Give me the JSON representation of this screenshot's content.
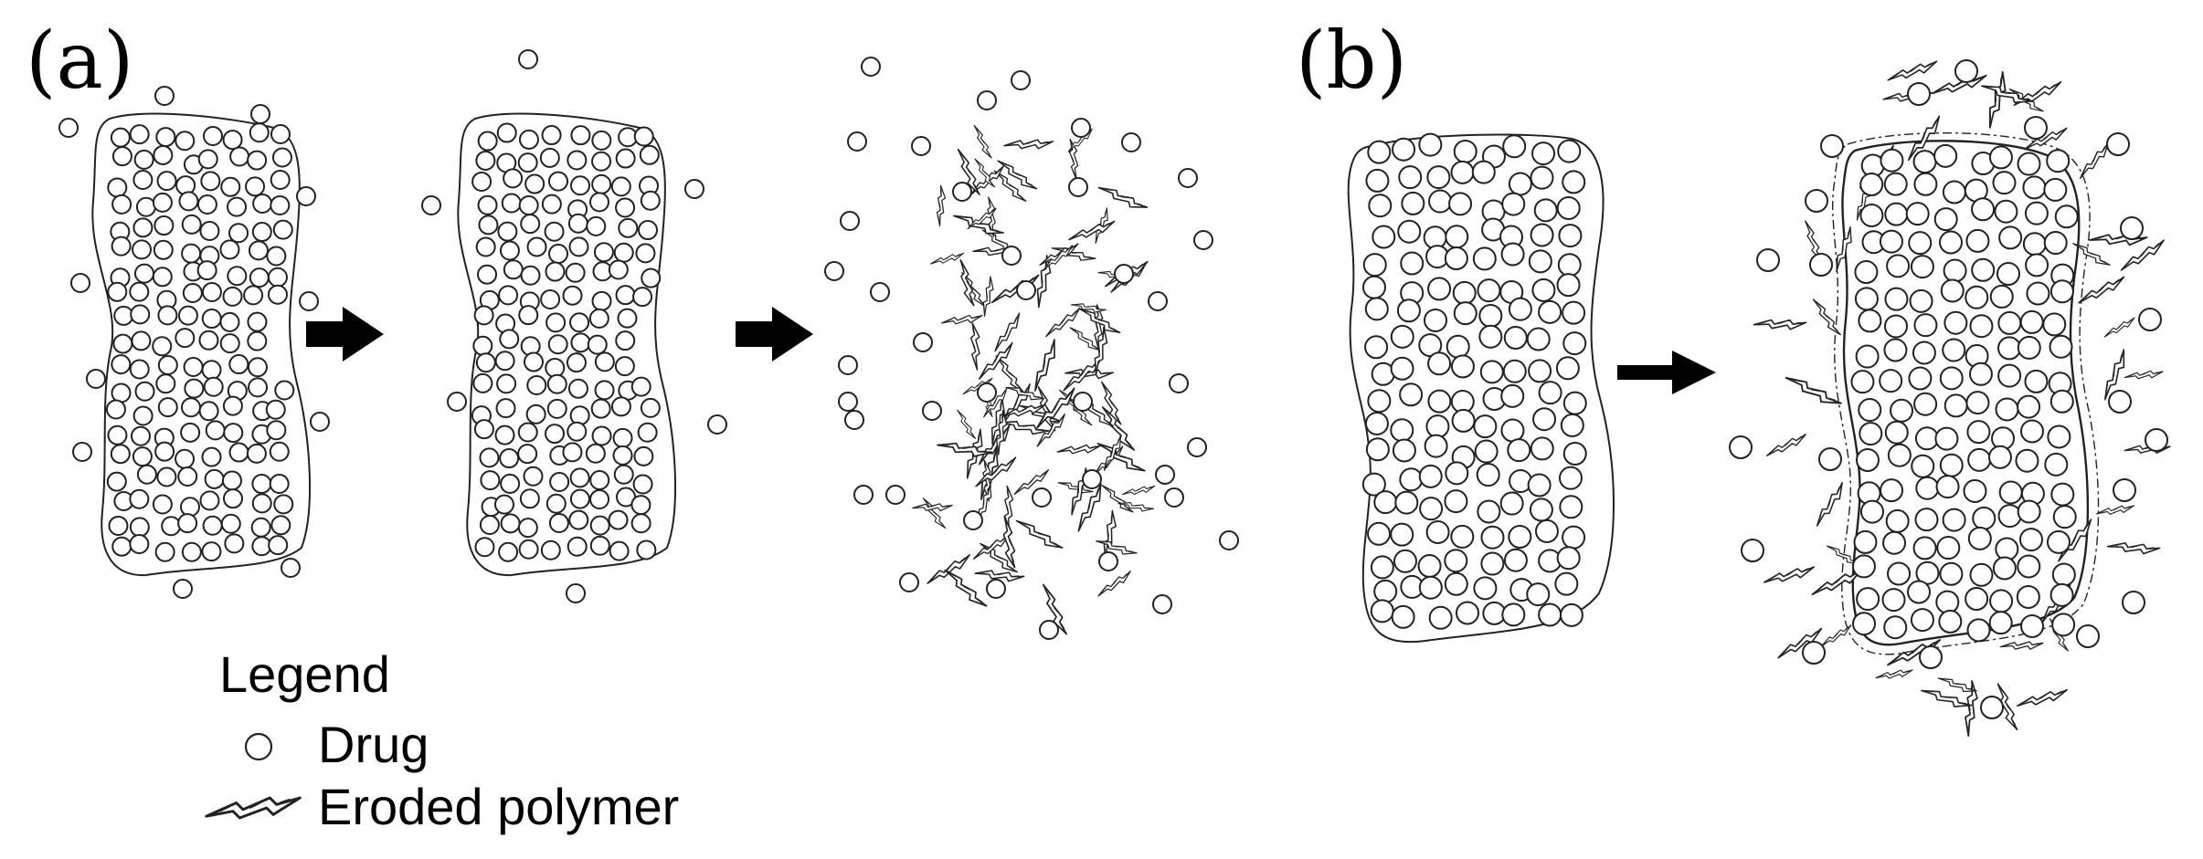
{
  "panels": {
    "a": {
      "label": "(a)"
    },
    "b": {
      "label": "(b)"
    }
  },
  "legend": {
    "title": "Legend",
    "items": [
      {
        "label": "Drug",
        "symbol": "circle-icon"
      },
      {
        "label": "Eroded polymer",
        "symbol": "zigzag-fragment-icon"
      }
    ]
  },
  "colors": {
    "stroke": "#222222",
    "arrow": "#000000",
    "background": "#ffffff"
  }
}
